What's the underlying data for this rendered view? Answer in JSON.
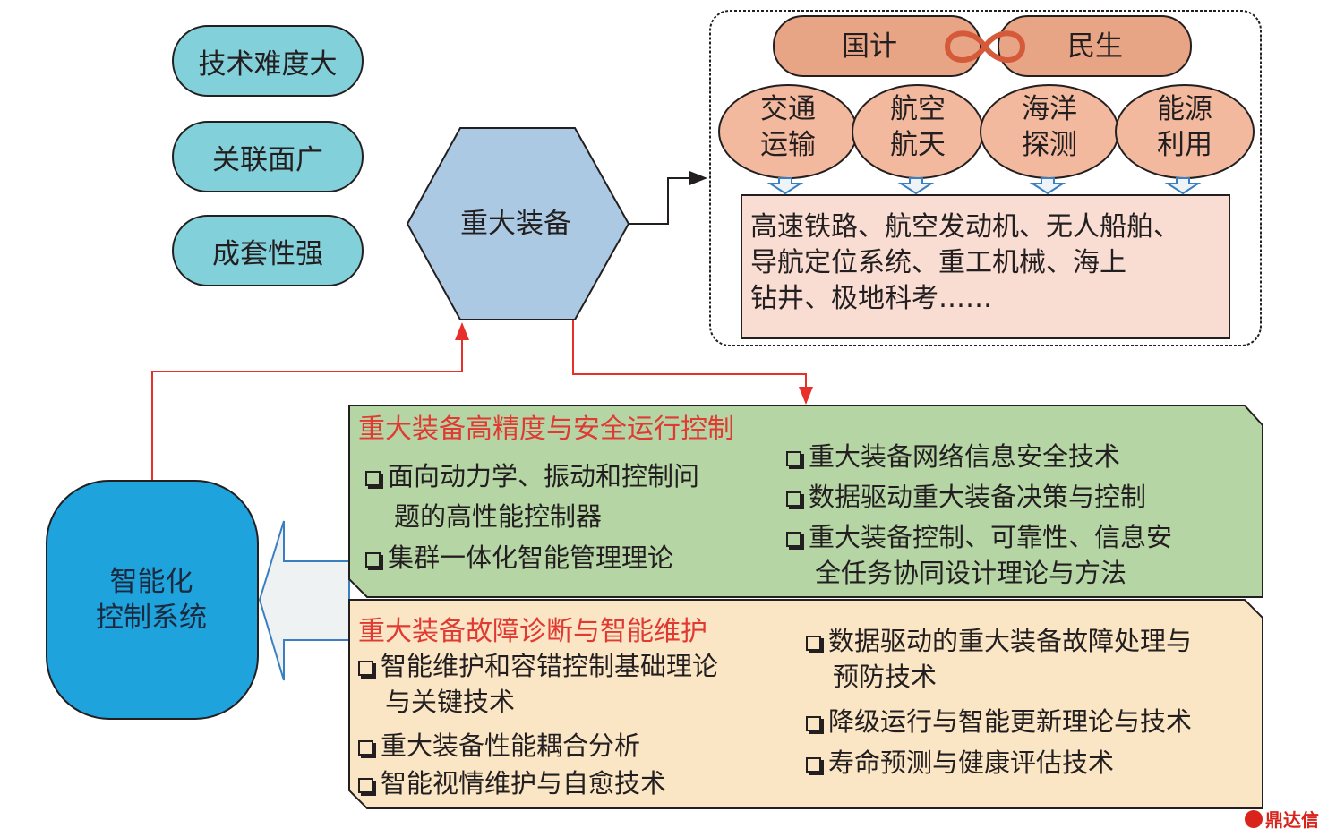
{
  "features": [
    "技术难度大",
    "关联面广",
    "成套性强"
  ],
  "center": "重大装备",
  "national": {
    "left": "国计",
    "right": "民生"
  },
  "domains": [
    [
      "交通",
      "运输"
    ],
    [
      "航空",
      "航天"
    ],
    [
      "海洋",
      "探测"
    ],
    [
      "能源",
      "利用"
    ]
  ],
  "examples": [
    "高速铁路、航空发动机、无人船舶、",
    "导航定位系统、重工机械、海上",
    "钻井、极地科考……"
  ],
  "system": [
    "智能化",
    "控制系统"
  ],
  "green": {
    "title": "重大装备高精度与安全运行控制",
    "left": [
      "面向动力学、振动和控制问",
      "题的高性能控制器",
      "集群一体化智能管理理论"
    ],
    "right": [
      "重大装备网络信息安全技术",
      "数据驱动重大装备决策与控制",
      "重大装备控制、可靠性、信息安",
      "全任务协同设计理论与方法"
    ]
  },
  "orange": {
    "title": "重大装备故障诊断与智能维护",
    "left": [
      "智能维护和容错控制基础理论",
      "与关键技术",
      "重大装备性能耦合分析",
      "智能视情维护与自愈技术"
    ],
    "right": [
      "数据驱动的重大装备故障处理与",
      "预防技术",
      "降级运行与智能更新理论与技术",
      "寿命预测与健康评估技术"
    ]
  },
  "watermark": "鼎达信",
  "colors": {
    "teal": "#82d0d9",
    "hex": "#abc9e2",
    "pill": "#e8a585",
    "ellipse": "#f2b99e",
    "green": "#b5d5a5",
    "orange": "#fae5c5",
    "blue": "#1ea3dc",
    "red": "#e03a32"
  }
}
